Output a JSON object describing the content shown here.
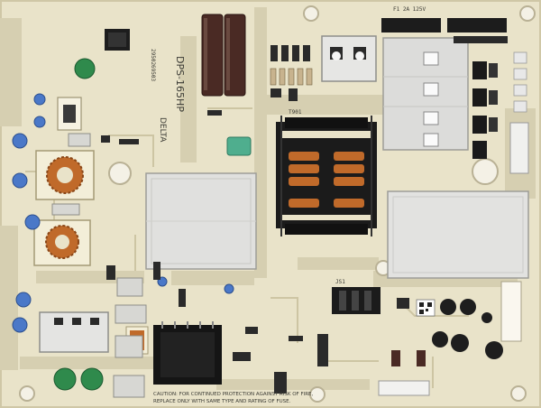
{
  "board": {
    "model_label": "DPS-165HP",
    "brand_label": "DELTA",
    "warning_line_1": "CAUTION: FOR CONTINUED PROTECTION AGAINST RISK OF FIRE,",
    "warning_line_2": "REPLACE ONLY WITH SAME TYPE AND RATING OF FUSE.",
    "transformer_ref": "T901",
    "fuse_ref": "F1 2A 125V",
    "connector_label": "JS1",
    "sticker_code": "2950269503"
  },
  "colors": {
    "substrate": "#e9e3c9",
    "trace": "#d4cdae",
    "heatsink": "#e2e2e0",
    "component_dark": "#1c1c1c",
    "capacitor_brown": "#4a2a24",
    "copper": "#c06a2a",
    "disc_blue": "#4a78c8",
    "green_part": "#2f8a4c",
    "teal_part": "#4fae8e"
  }
}
